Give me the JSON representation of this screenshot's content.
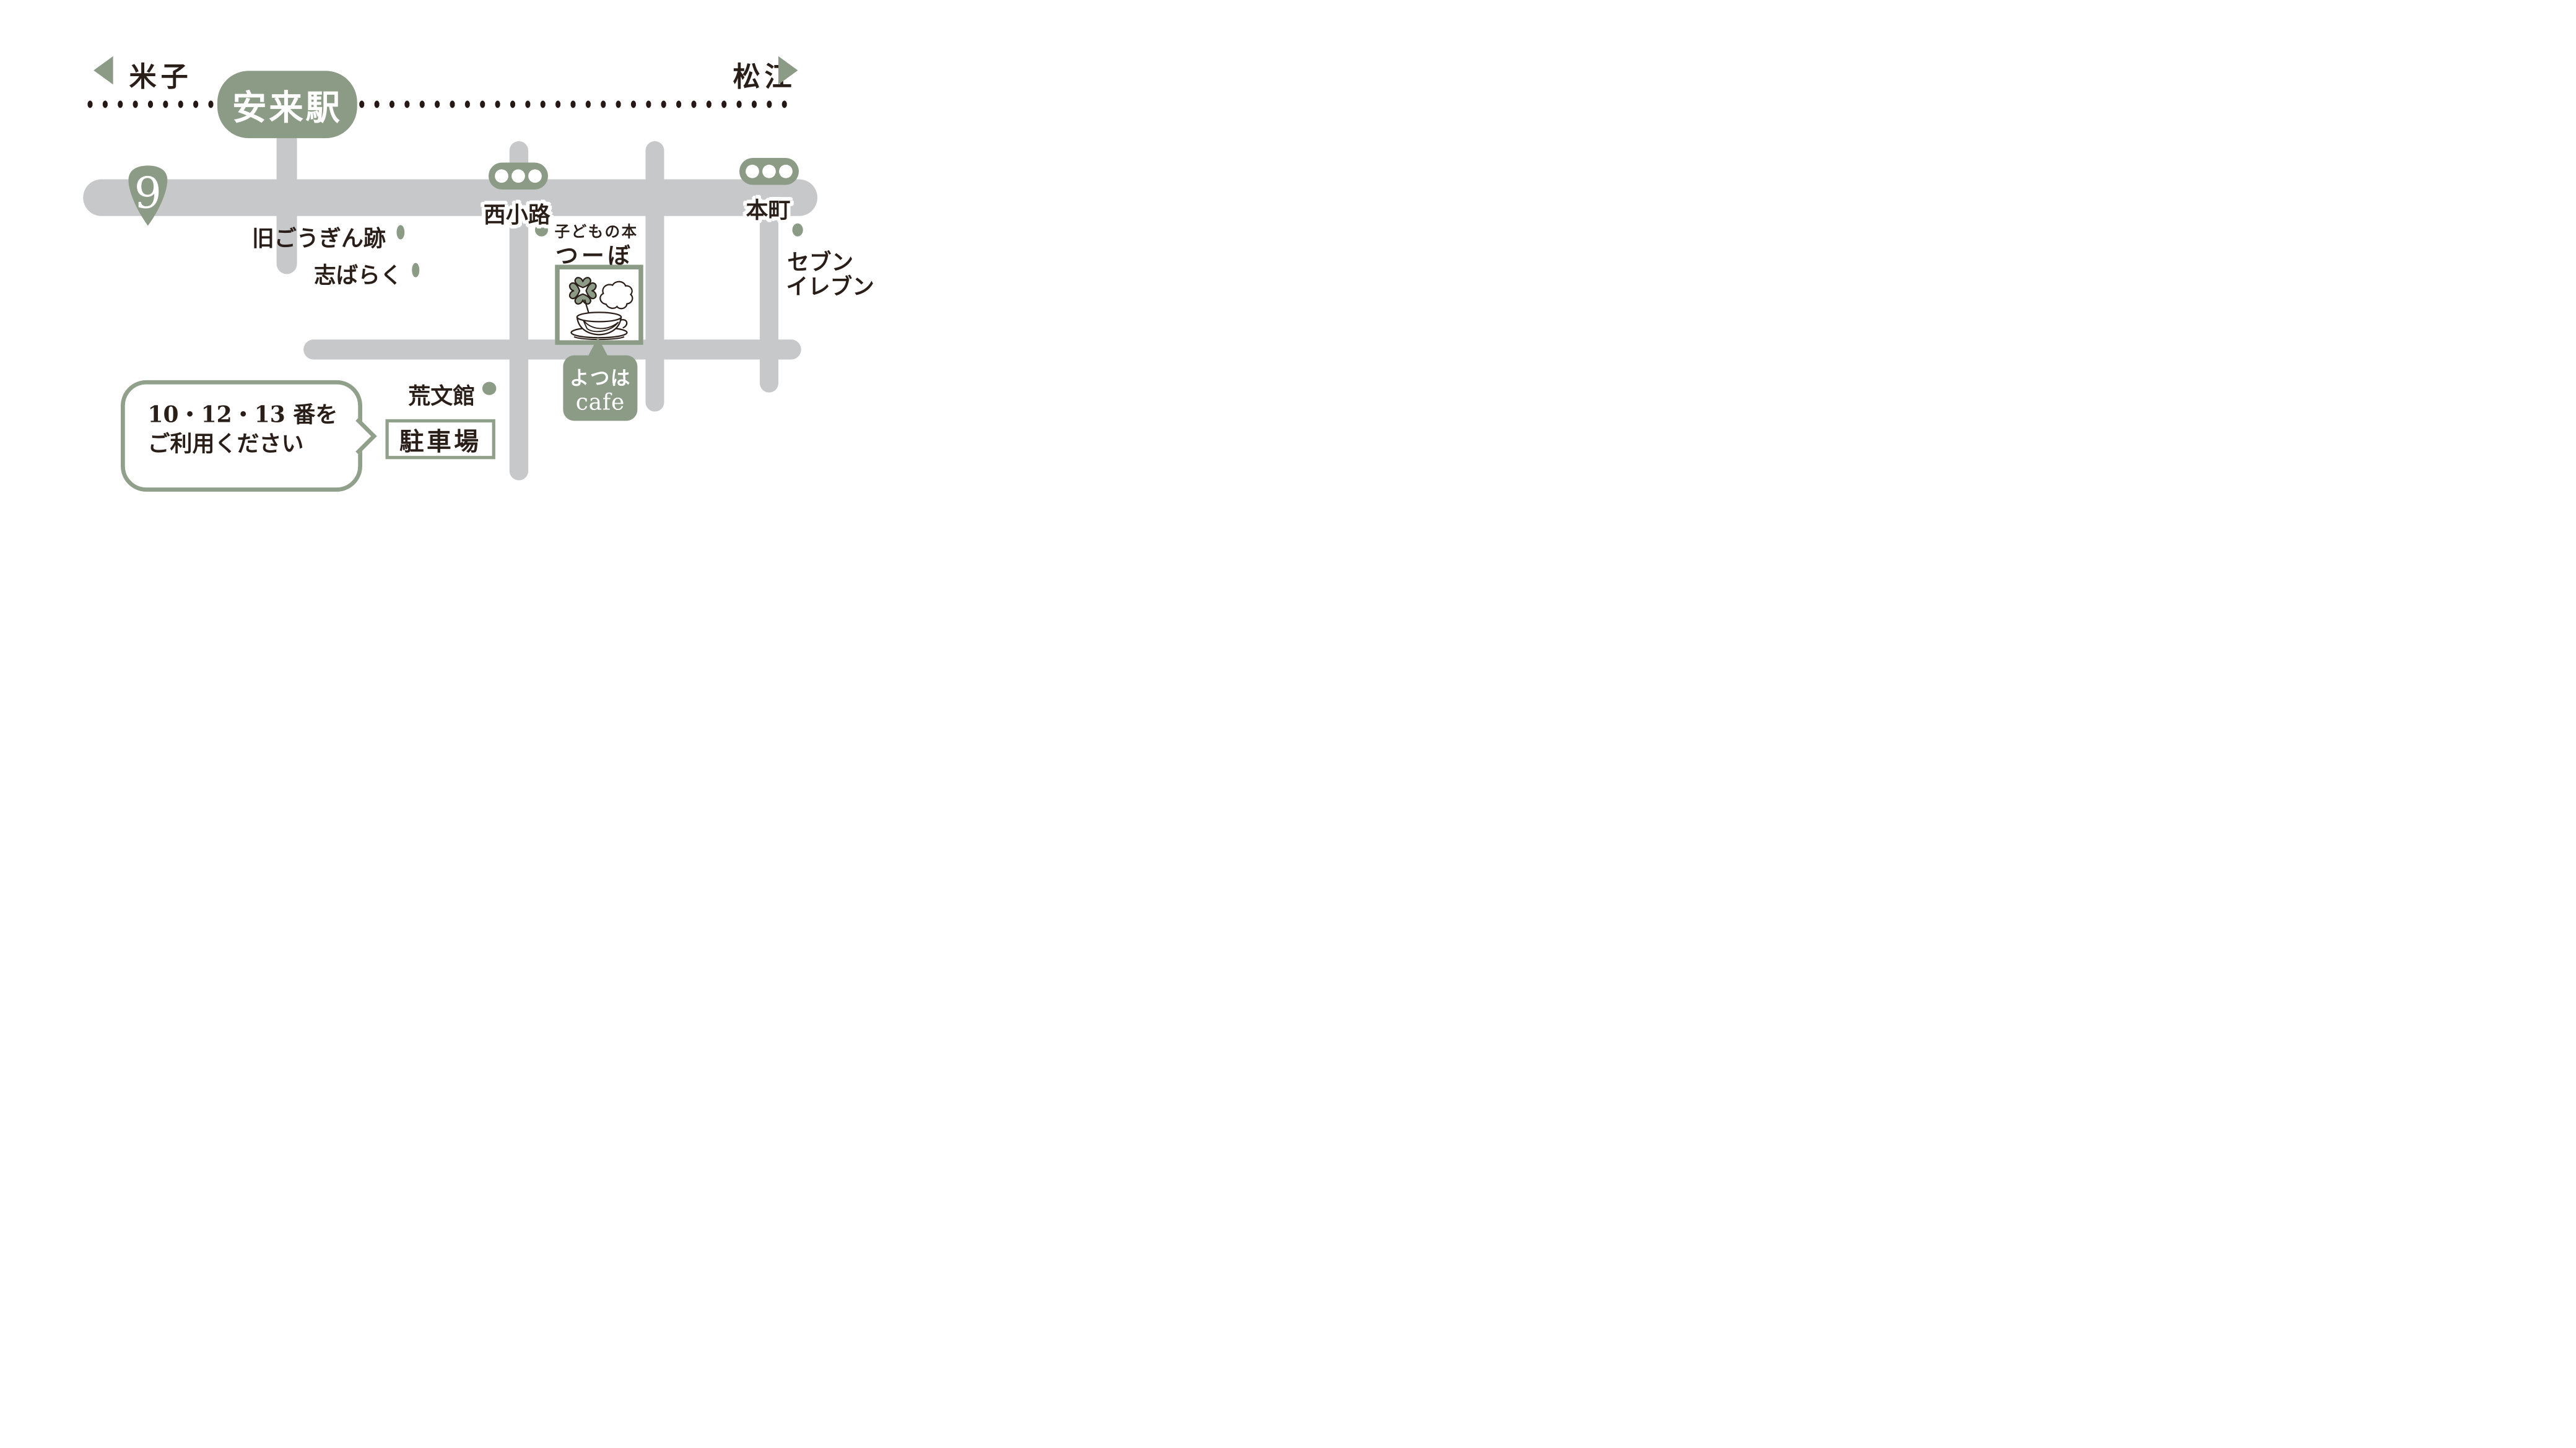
{
  "colors": {
    "sage_green": "#8C9B86",
    "border_green": "#90A08A",
    "road_gray": "#C7C8CA",
    "ink": "#2A1E19",
    "railway_dot": "#261815",
    "white": "#FFFFFF"
  },
  "railway": {
    "left_destination": "米子",
    "right_destination": "松江",
    "station_badge": "安来駅"
  },
  "route_badge": {
    "number": "9"
  },
  "traffic_lights": [
    {
      "name": "西小路"
    },
    {
      "name": "本町"
    }
  ],
  "landmarks": {
    "gougin": {
      "label": "旧ごうぎん跡"
    },
    "shibaraku": {
      "label": "志ばらく"
    },
    "tsuubo": {
      "label_top": "子どもの本",
      "label": "つーぼ"
    },
    "seven_eleven": {
      "label_line1": "セブン",
      "label_line2": "イレブン"
    },
    "koubunkan": {
      "label": "荒文館"
    }
  },
  "cafe": {
    "illustration_icon": "clover-coffee-cup",
    "label_line1": "よつは",
    "label_line2": "cafe"
  },
  "parking": {
    "box_label": "駐車場",
    "note_line1": "10・12・13 番を",
    "note_line2": "ご利用ください"
  }
}
